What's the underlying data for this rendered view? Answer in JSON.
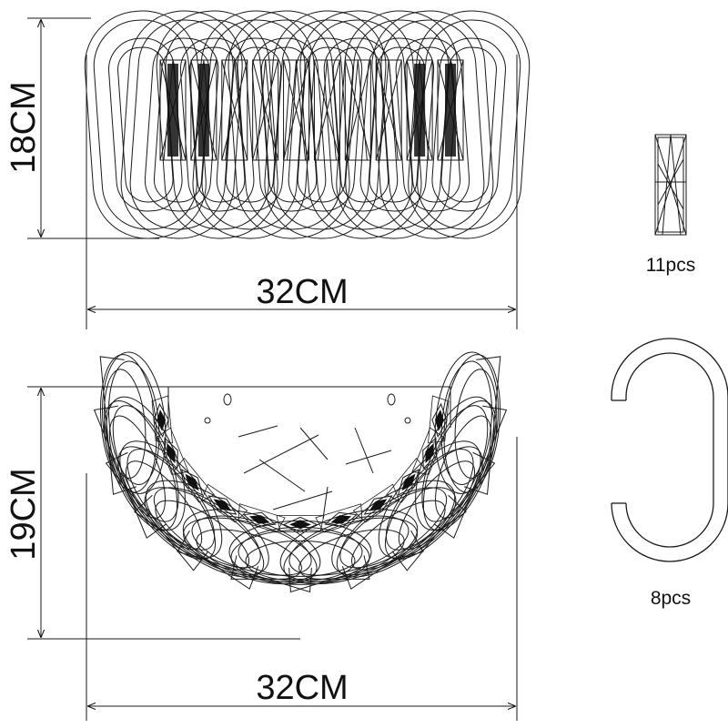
{
  "colors": {
    "line": "#1a1a1a",
    "accent_fill": "#111111",
    "background": "#ffffff"
  },
  "top_view": {
    "height_label": "18CM",
    "width_label": "32CM",
    "ring_count": 10
  },
  "bottom_view": {
    "height_label": "19CM",
    "width_label": "32CM",
    "ring_count": 11
  },
  "parts": {
    "bead": {
      "icon": "crystal-bead-icon",
      "count_label": "11pcs"
    },
    "hook": {
      "icon": "c-hook-icon",
      "count_label": "8pcs"
    }
  }
}
